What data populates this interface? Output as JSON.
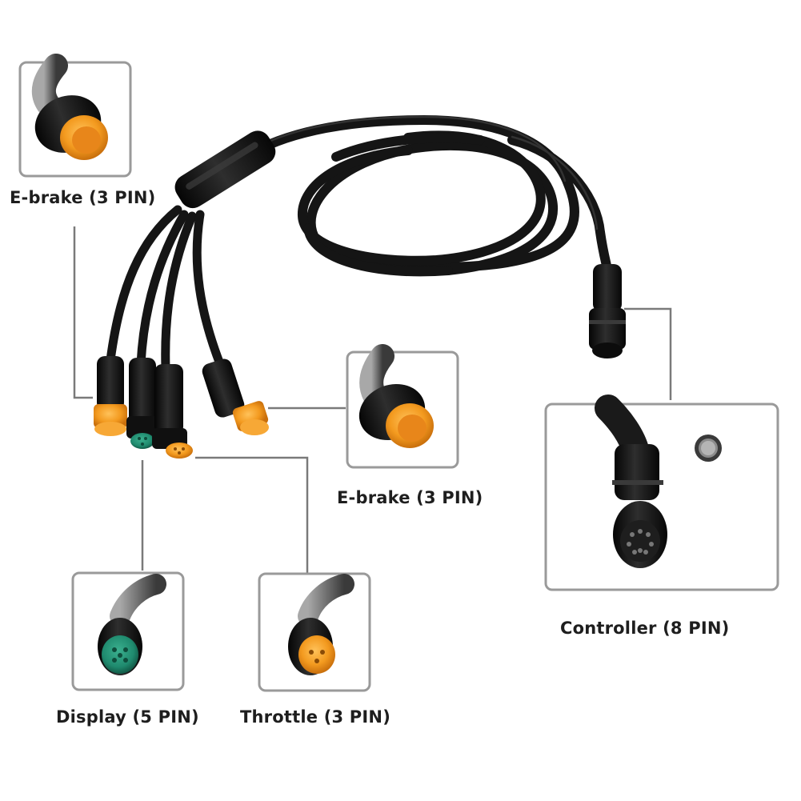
{
  "labels": {
    "ebrake_top": "E-brake (3 PIN)",
    "ebrake_mid": "E-brake (3 PIN)",
    "display": "Display (5 PIN)",
    "throttle": "Throttle (3 PIN)",
    "controller": "Controller (8 PIN)"
  },
  "colors": {
    "cable": "#151515",
    "orange_connector": "#f39a1f",
    "green_connector": "#1f8a6e",
    "frame_border": "#9a9a9a",
    "leader_line": "#7a7a7a"
  }
}
